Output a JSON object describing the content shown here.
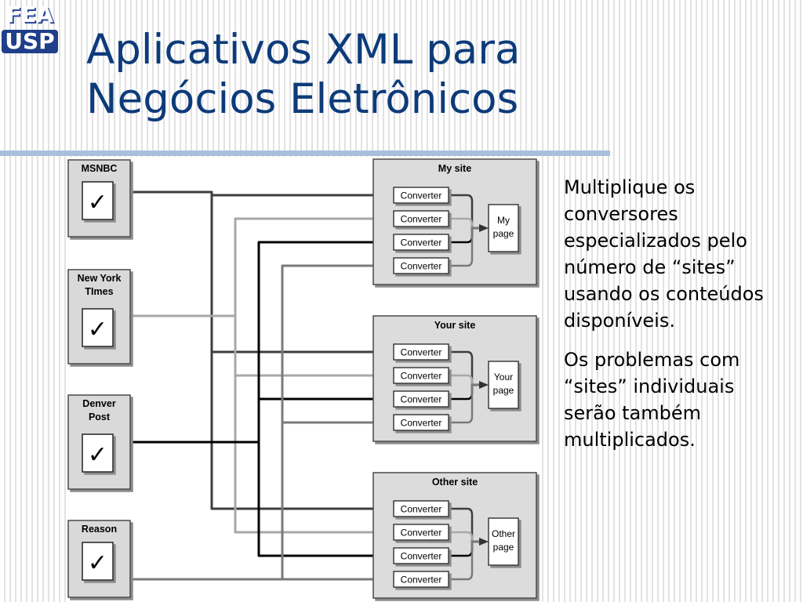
{
  "logo": {
    "line1": "FEA",
    "line2": "USP"
  },
  "title": {
    "line1": "Aplicativos XML para",
    "line2": "Negócios Eletrônicos"
  },
  "diagram": {
    "sources": [
      {
        "lines": [
          "MSNBC"
        ]
      },
      {
        "lines": [
          "New York",
          "TImes"
        ]
      },
      {
        "lines": [
          "Denver",
          "Post"
        ]
      },
      {
        "lines": [
          "Reason"
        ]
      }
    ],
    "check_glyph": "✓",
    "converter_label": "Converter",
    "sites": [
      {
        "title": "My site",
        "page_lines": [
          "My",
          "page"
        ]
      },
      {
        "title": "Your site",
        "page_lines": [
          "Your",
          "page"
        ]
      },
      {
        "title": "Other site",
        "page_lines": [
          "Other",
          "page"
        ]
      }
    ],
    "line_colors": [
      "#3d3d3d",
      "#a8a8a8",
      "#000000",
      "#7a7a7a"
    ]
  },
  "side_text": {
    "para1": "Multiplique os conversores especializados pelo número de “sites” usando os conteúdos disponíveis.",
    "para2": "Os problemas com “sites” individuais serão também multiplicados."
  }
}
